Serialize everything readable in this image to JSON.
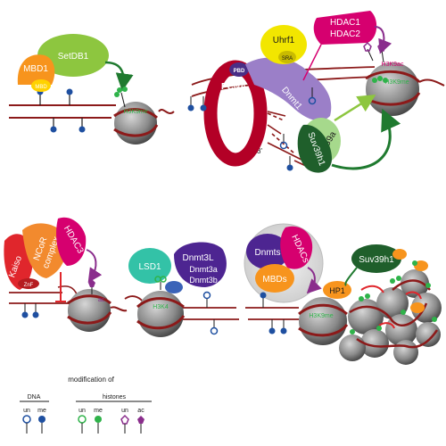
{
  "panelA": {
    "mbd1": "MBD1",
    "mbd": "MBD",
    "setdb1": "SetDB1",
    "h3k9me": "H3K9me"
  },
  "panelB": {
    "uhrf1": "Uhrf1",
    "sra": "SRA",
    "hdac1": "HDAC1",
    "hdac2": "HDAC2",
    "h3k9ac": "H3K9ac",
    "h3k9me": "H3K9me",
    "pbd": "PBD",
    "pcna": "PCNA",
    "dnmt1": "Dnmt1",
    "g9a": "G9a",
    "suv39h1": "Suv39h1",
    "five_prime": "5'",
    "three_prime": "3'"
  },
  "panelC": {
    "kaiso": "Kaiso",
    "ncor_line1": "NCoR",
    "ncor_line2": "complex",
    "hdac3": "HDAC3",
    "znf": "ZnF",
    "ac": "ac"
  },
  "panelD": {
    "lsd1": "LSD1",
    "dnmt3l": "Dnmt3L",
    "dnmt3a": "Dnmt3a",
    "dnmt3b": "Dnmt3b",
    "h3k4": "H3K4"
  },
  "panelE": {
    "dnmts": "Dnmts",
    "hdacs": "HDACs",
    "mbds": "MBDs",
    "hp1": "HP1",
    "suv39h1": "Suv39h1",
    "h3k9me": "H3K9me"
  },
  "legend": {
    "title": "modification of",
    "dna": "DNA",
    "histones": "histones",
    "dna_un": "un",
    "dna_me": "me",
    "hist_un1": "un",
    "hist_me": "me",
    "hist_un2": "un",
    "hist_ac": "ac"
  },
  "colors": {
    "mbd1": "#f7941d",
    "mbd_domain": "#ffd200",
    "setdb1": "#8dc63f",
    "uhrf1": "#f2e600",
    "hdac": "#d6006f",
    "pcna": "#b30026",
    "dnmt1": "#9b7fc8",
    "g9a": "#a6d98c",
    "suv39h1": "#1f5f2b",
    "kaiso": "#e0262c",
    "ncor": "#f28a2e",
    "lsd1": "#33c2a7",
    "dnmt3l": "#4d2591",
    "dnmt3_blue": "#3a63b8",
    "nucleosome": "#8a8a8a",
    "dna": "#8c1a1a",
    "green_arrow": "#1f7a2f",
    "methyl_blue": "#1e4fa0",
    "histone_me": "#2fb34a",
    "histone_ac": "#8a2d8c"
  }
}
